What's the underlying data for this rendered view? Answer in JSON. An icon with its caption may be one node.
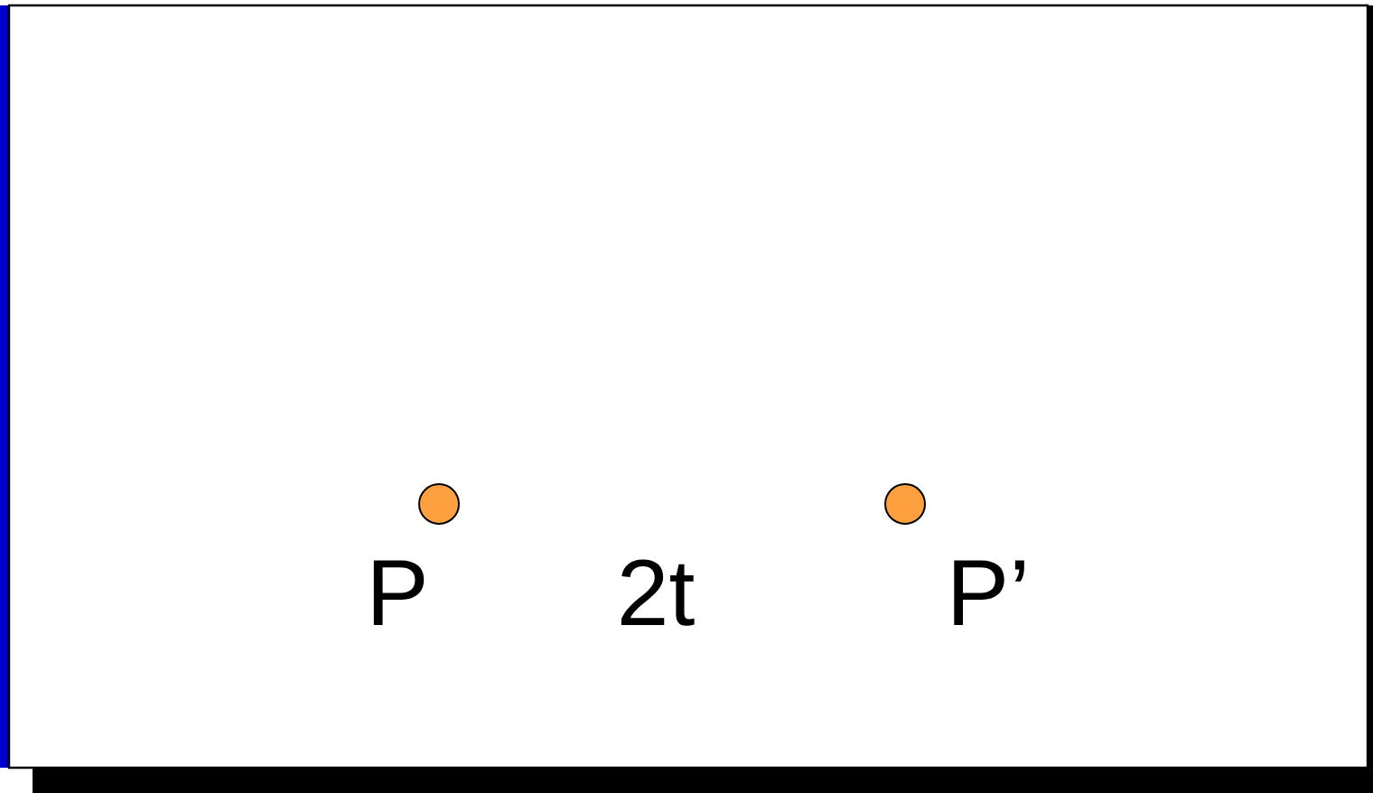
{
  "diagram": {
    "labels": [
      "P",
      "2t",
      "P’"
    ]
  }
}
